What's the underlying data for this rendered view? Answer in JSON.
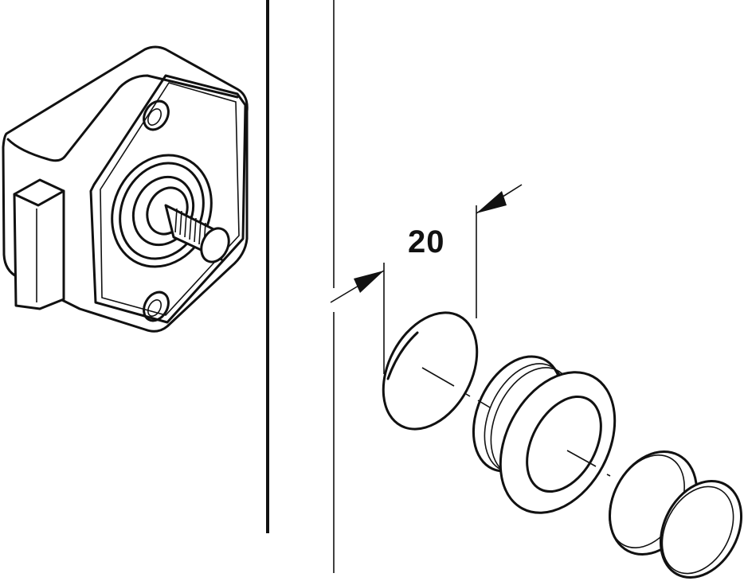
{
  "figure": {
    "type": "exploded technical line drawing",
    "parts": [
      {
        "id": "latch-body",
        "label": "push-button latch housing with threaded spindle"
      },
      {
        "id": "cabinet-panel",
        "label": "panel cross-section lines"
      },
      {
        "id": "drill-hole",
        "label": "bore hole"
      },
      {
        "id": "bushing",
        "label": "ribbed flange bushing"
      },
      {
        "id": "push-button",
        "label": "push button knob"
      }
    ],
    "dimension": {
      "value": "20",
      "meaning": "bore diameter"
    },
    "colors": {
      "line": "#111111",
      "background": "#ffffff"
    }
  }
}
